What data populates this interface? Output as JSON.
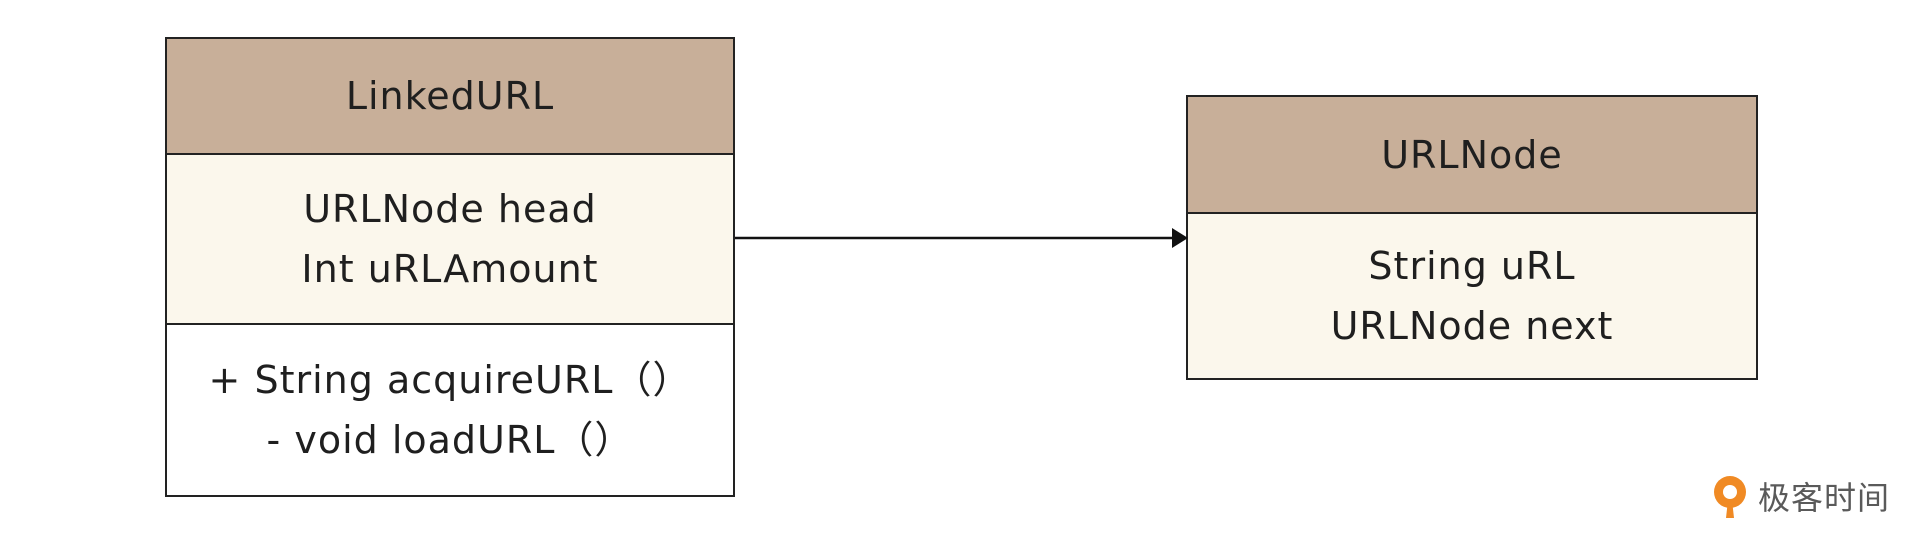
{
  "diagram": {
    "classes": [
      {
        "name": "LinkedURL",
        "attributes": [
          "URLNode head",
          "Int uRLAmount"
        ],
        "methods": [
          "+ String acquireURL（）",
          "- void loadURL（）"
        ]
      },
      {
        "name": "URLNode",
        "attributes": [
          "String uRL",
          "URLNode next"
        ]
      }
    ],
    "relationships": [
      {
        "from": "LinkedURL",
        "to": "URLNode",
        "type": "association-arrow"
      }
    ],
    "colors": {
      "header": "#c8af99",
      "attributes": "#fbf7ec",
      "methods": "#ffffff",
      "border": "#222222",
      "logo_accent": "#f08a24"
    }
  },
  "watermark": {
    "text": "极客时间",
    "icon": "geektime-logo-icon"
  }
}
